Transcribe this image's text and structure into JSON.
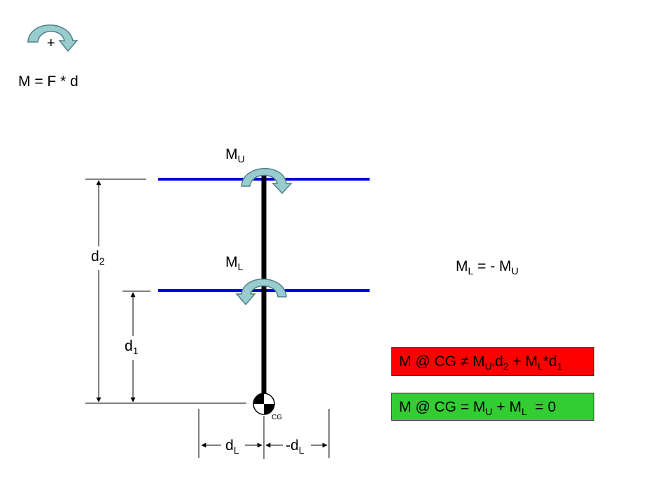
{
  "sign_convention": {
    "plus": "+",
    "formula": "M = F * d"
  },
  "labels": {
    "m_upper": {
      "base": "M",
      "sub": "U"
    },
    "m_lower": {
      "base": "M",
      "sub": "L"
    },
    "d2": {
      "base": "d",
      "sub": "2"
    },
    "d1": {
      "base": "d",
      "sub": "1"
    },
    "dl": {
      "base": "d",
      "sub": "L"
    },
    "neg_dl": {
      "base": "-d",
      "sub": "L"
    },
    "cg": "CG"
  },
  "relation": {
    "m": "M",
    "m_sub": "L",
    "eq": " = - M",
    "rhs_sub": "U"
  },
  "wrong_box": {
    "p1": "M @ CG ≠ M",
    "s1": "U",
    "star": "*",
    "p2": "d",
    "s2": "2",
    "p3": " + M",
    "s3": "L",
    "p4": "*d",
    "s4": "1",
    "color": "#ff0000"
  },
  "right_box": {
    "p1": "M @ CG = M",
    "s1": "U",
    "p2": " + M",
    "s2": "L",
    "p3": "  = 0",
    "color": "#33cc33"
  },
  "colors": {
    "level_line": "#0000e0",
    "moment_arrow_fill": "#99cccc",
    "moment_arrow_stroke": "#4f7f8a"
  }
}
